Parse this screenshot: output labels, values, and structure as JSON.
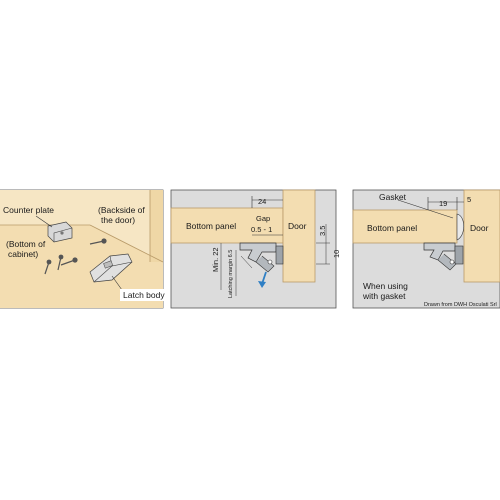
{
  "panel1": {
    "counter_plate": "Counter plate",
    "bottom_of_cabinet_line1": "(Bottom of",
    "bottom_of_cabinet_line2": "cabinet)",
    "backside_line1": "(Backside of",
    "backside_line2": "the door)",
    "latch_body": "Latch body"
  },
  "panel2": {
    "dim_24": "24",
    "bottom_panel": "Bottom panel",
    "door": "Door",
    "gap_label": "Gap",
    "gap_value": "0.5 - 1",
    "dim_3_5": "3.5",
    "dim_10": "10",
    "min_22": "Min. 22",
    "latching_margin": "Latching margin 6.5"
  },
  "panel3": {
    "gasket": "Gasket",
    "dim_19": "19",
    "dim_5": "5",
    "bottom_panel": "Bottom panel",
    "door": "Door",
    "when_using_line1": "When using",
    "when_using_line2": "with gasket"
  },
  "credit": "Drawn from DWH Osculati Srl",
  "colors": {
    "panel_bg": "#dcdcdc",
    "wood": "#f3ddb1",
    "wood_edge": "#b89a68",
    "metal": "#9ea4aa",
    "line": "#333333",
    "arrow_blue": "#2f7fc4"
  }
}
